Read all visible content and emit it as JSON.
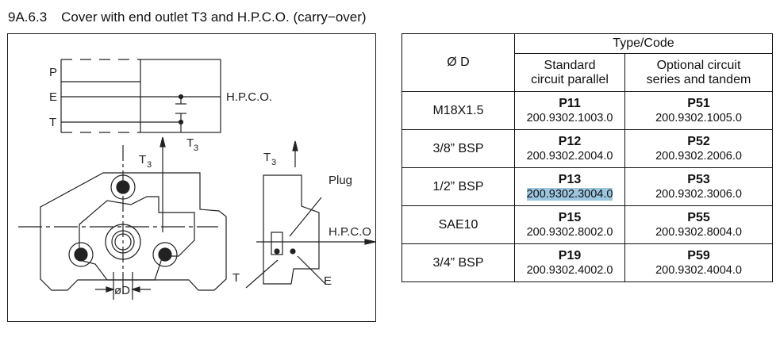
{
  "header": {
    "section_number": "9A.6.3",
    "title": "Cover with end outlet T3 and H.P.C.O. (carry−over)"
  },
  "figure": {
    "schematic_labels": {
      "p": "P",
      "e": "E",
      "t": "T",
      "hpco": "H.P.C.O.",
      "t3": "T",
      "t3_sub": "3"
    },
    "front_view_labels": {
      "t3": "T",
      "t3_sub": "3",
      "diameter": "øD"
    },
    "section_view_labels": {
      "t3": "T",
      "t3_sub": "3",
      "plug": "Plug",
      "hpco": "H.P.C.O",
      "t": "T",
      "e": "E"
    }
  },
  "table": {
    "col_diameter": "Ø D",
    "group_header": "Type/Code",
    "col_standard": [
      "Standard",
      "circuit parallel"
    ],
    "col_optional": [
      "Optional circuit",
      "series and tandem"
    ],
    "rows": [
      {
        "diameter": "M18X1.5",
        "std_type": "P11",
        "std_code": "200.9302.1003.0",
        "opt_type": "P51",
        "opt_code": "200.9302.1005.0"
      },
      {
        "diameter": "3/8” BSP",
        "std_type": "P12",
        "std_code": "200.9302.2004.0",
        "opt_type": "P52",
        "opt_code": "200.9302.2006.0"
      },
      {
        "diameter": "1/2” BSP",
        "std_type": "P13",
        "std_code": "200.9302.3004.0",
        "opt_type": "P53",
        "opt_code": "200.9302.3006.0",
        "std_code_selected": true
      },
      {
        "diameter": "SAE10",
        "std_type": "P15",
        "std_code": "200.9302.8002.0",
        "opt_type": "P55",
        "opt_code": "200.9302.8004.0"
      },
      {
        "diameter": "3/4” BSP",
        "std_type": "P19",
        "std_code": "200.9302.4002.0",
        "opt_type": "P59",
        "opt_code": "200.9302.4004.0"
      }
    ],
    "highlight_color": "#9cc6e0"
  }
}
